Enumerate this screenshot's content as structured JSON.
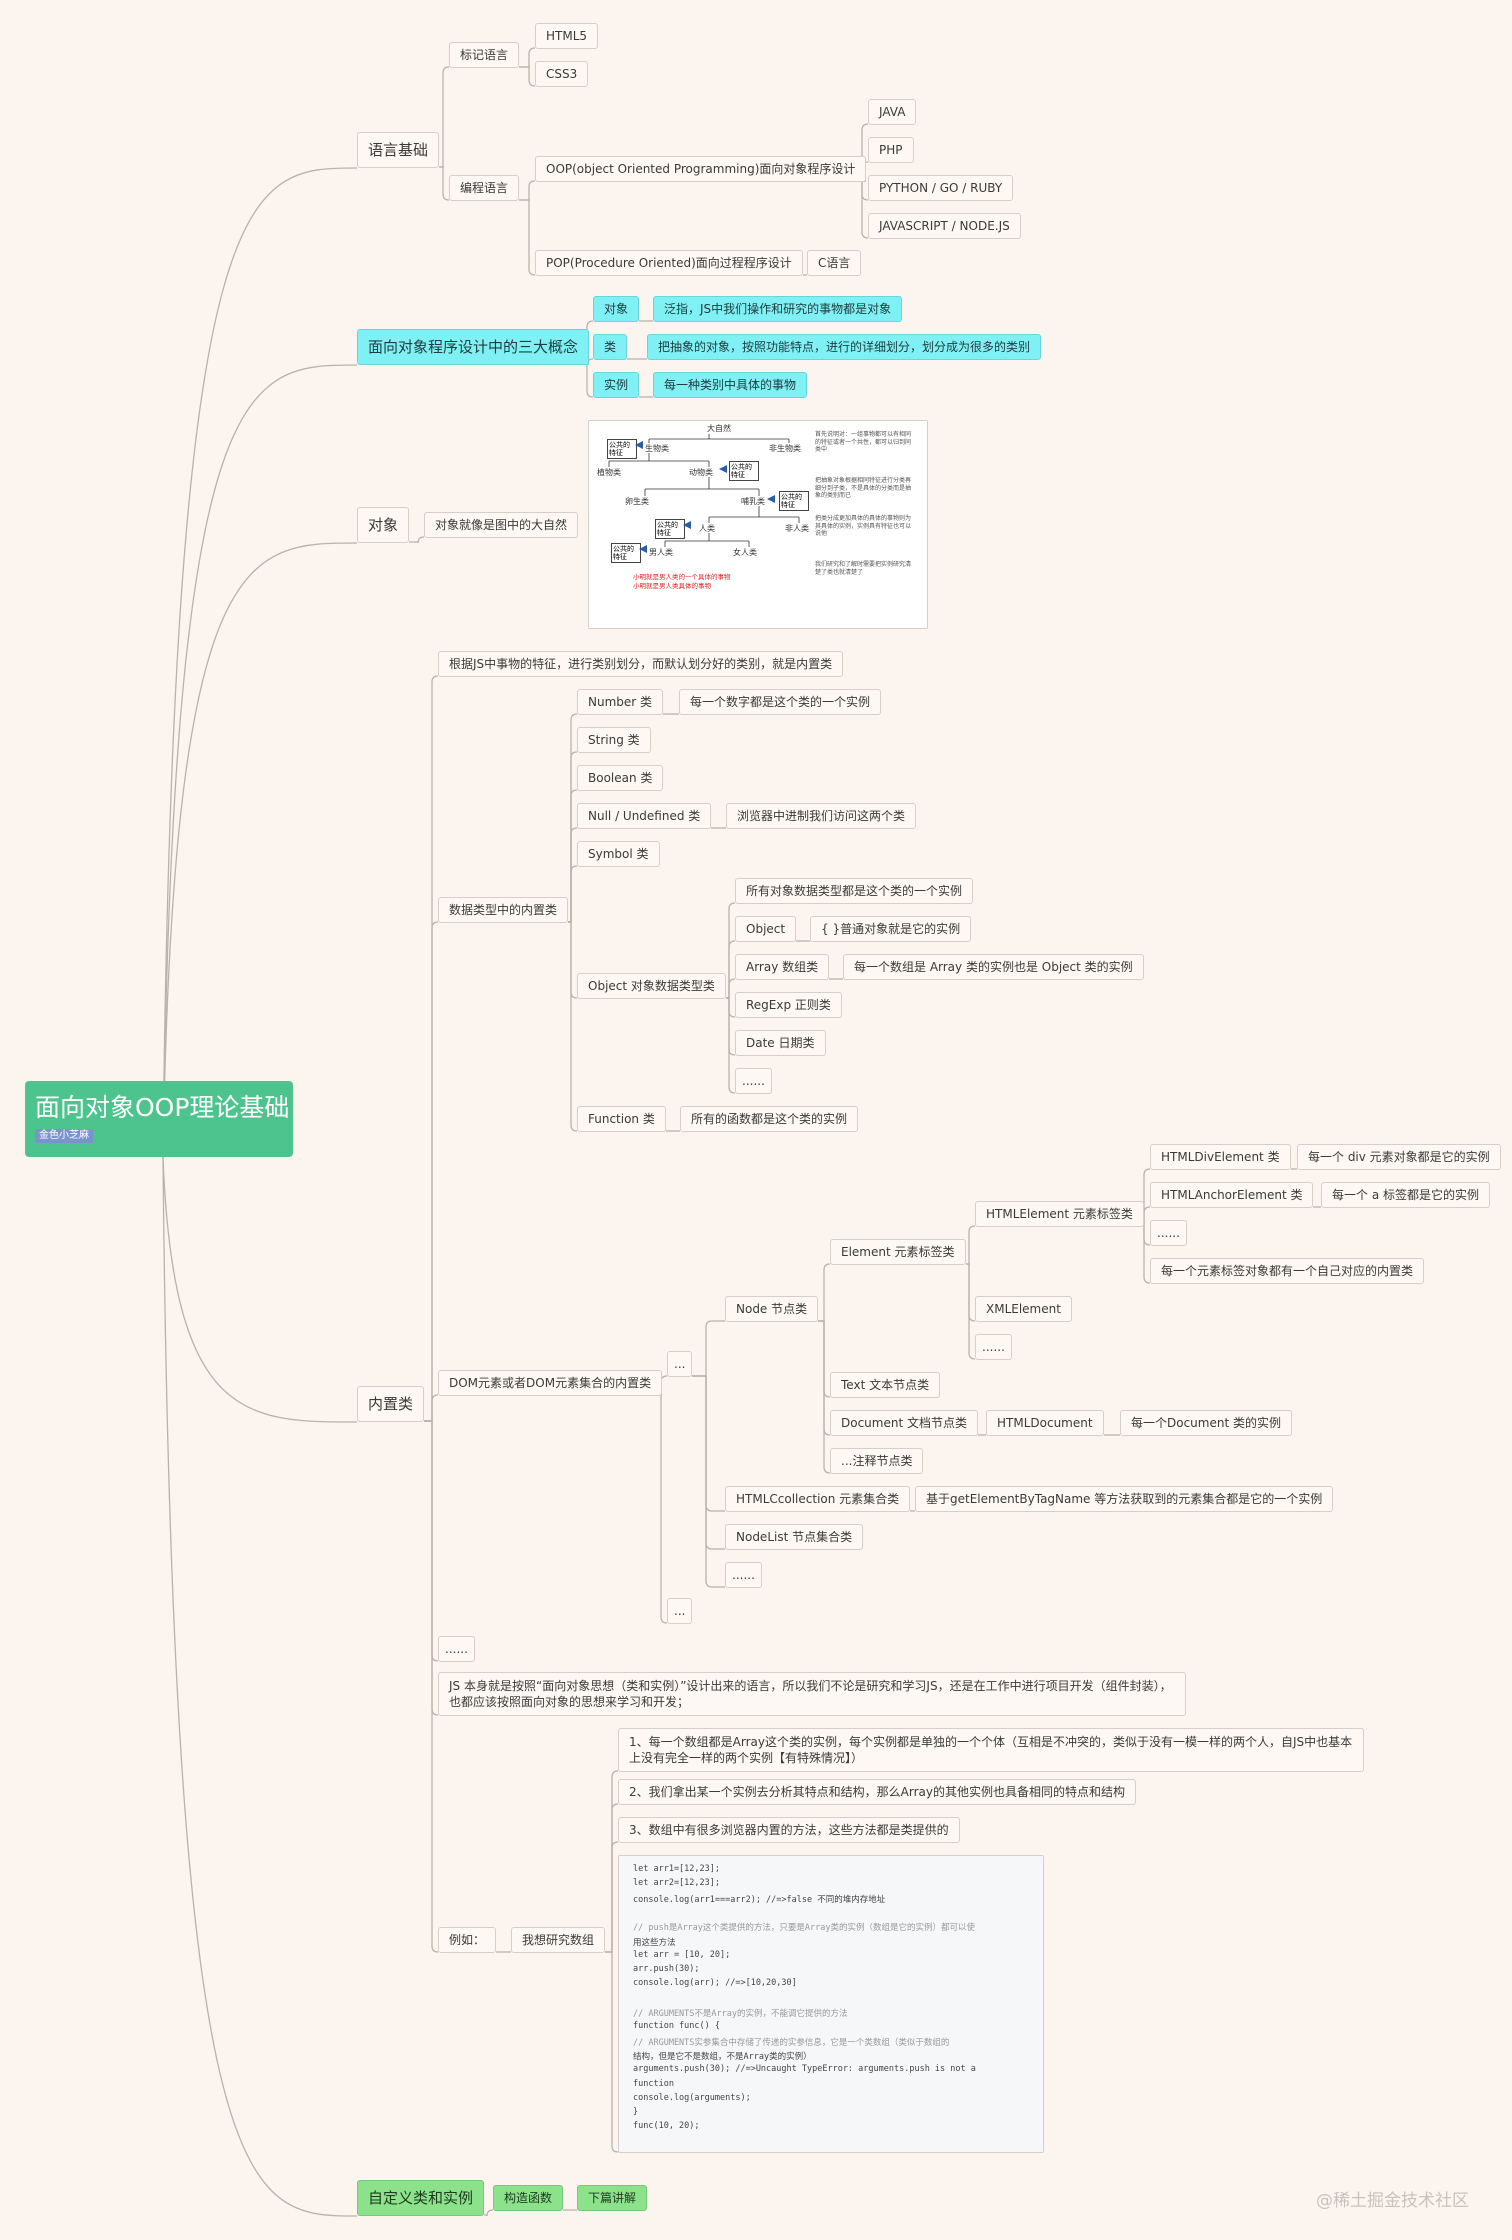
{
  "root": {
    "title": "面向对象OOP理论基础",
    "tag": "金色小芝麻"
  },
  "watermark": "@稀土掘金技术社区",
  "colors": {
    "background": "#fcf5ef",
    "root": "#4dc48d",
    "highlight_cyan": "#7ff0f4",
    "highlight_green": "#8be28b",
    "link": "#b9b2ab"
  },
  "nodes": {
    "n_lang": "语言基础",
    "n_markup": "标记语言",
    "n_html5": "HTML5",
    "n_css3": "CSS3",
    "n_prog": "编程语言",
    "n_oop": "OOP(object Oriented Programming)面向对象程序设计",
    "n_java": "JAVA",
    "n_php": "PHP",
    "n_python": "PYTHON / GO / RUBY",
    "n_js": "JAVASCRIPT / NODE.JS",
    "n_pop": "POP(Procedure Oriented)面向过程程序设计",
    "n_c": "C语言",
    "n_three": "面向对象程序设计中的三大概念",
    "n_obj": "对象",
    "n_obj_d": "泛指，JS中我们操作和研究的事物都是对象",
    "n_cls": "类",
    "n_cls_d": "把抽象的对象，按照功能特点，进行的详细划分，划分成为很多的类别",
    "n_inst": "实例",
    "n_inst_d": "每一种类别中具体的事物",
    "n_object": "对象",
    "n_object_d": "对象就像是图中的大自然",
    "n_builtin": "内置类",
    "n_bi_desc": "根据JS中事物的特征，进行类别划分，而默认划分好的类别，就是内置类",
    "n_dtype": "数据类型中的内置类",
    "n_number": "Number 类",
    "n_number_d": "每一个数字都是这个类的一个实例",
    "n_string": "String 类",
    "n_boolean": "Boolean 类",
    "n_null": "Null / Undefined 类",
    "n_null_d": "浏览器中进制我们访问这两个类",
    "n_symbol": "Symbol 类",
    "n_objtype": "Object 对象数据类型类",
    "n_ot_all": "所有对象数据类型都是这个类的一个实例",
    "n_ot_object": "Object",
    "n_ot_object_d": "{ }普通对象就是它的实例",
    "n_ot_array": "Array 数组类",
    "n_ot_array_d": "每一个数组是 Array 类的实例也是 Object 类的实例",
    "n_ot_regexp": "RegExp 正则类",
    "n_ot_date": "Date 日期类",
    "n_ot_more": "......",
    "n_func": "Function 类",
    "n_func_d": "所有的函数都是这个类的实例",
    "n_dom": "DOM元素或者DOM元素集合的内置类",
    "n_dom_a": "...",
    "n_dom_b": "...",
    "n_node": "Node 节点类",
    "n_element": "Element 元素标签类",
    "n_htmlel": "HTMLElement 元素标签类",
    "n_div": "HTMLDivElement 类",
    "n_div_d": "每一个 div 元素对象都是它的实例",
    "n_anchor": "HTMLAnchorElement 类",
    "n_anchor_d": "每一个 a 标签都是它的实例",
    "n_he_more": "......",
    "n_he_every": "每一个元素标签对象都有一个自己对应的内置类",
    "n_xml": "XMLElement",
    "n_el_more": "......",
    "n_text": "Text 文本节点类",
    "n_document": "Document 文档节点类",
    "n_htmldoc": "HTMLDocument",
    "n_htmldoc_d": "每一个Document 类的实例",
    "n_comment": "...注释节点类",
    "n_coll": "HTMLCcollection 元素集合类",
    "n_coll_d": "基于getElementByTagName 等方法获取到的元素集合都是它的一个实例",
    "n_nodelist": "NodeList 节点集合类",
    "n_dom_more": "......",
    "n_bi_more": "......",
    "n_js_note": "JS 本身就是按照“面向对象思想（类和实例）”设计出来的语言，所以我们不论是研究和学习JS，还是在工作中进行项目开发（组件封装），也都应该按照面向对象的思想来学习和开发；",
    "n_example": "例如：",
    "n_study": "我想研究数组",
    "n_p1": "1、每一个数组都是Array这个类的实例，每个实例都是单独的一个个体（互相是不冲突的，类似于没有一模一样的两个人，自JS中也基本上没有完全一样的两个实例【有特殊情况】）",
    "n_p2": "2、我们拿出某一个实例去分析其特点和结构，那么Array的其他实例也具备相同的特点和结构",
    "n_p3": "3、数组中有很多浏览器内置的方法，这些方法都是类提供的",
    "n_custom": "自定义类和实例",
    "n_ctor": "构造函数",
    "n_next": "下篇讲解"
  },
  "figure": {
    "texts": {
      "nature": "大自然",
      "living": "生物类",
      "nonliving": "非生物类",
      "plant": "植物类",
      "animal": "动物类",
      "mammal": "哺乳类",
      "oviparous": "卵生类",
      "human": "人类",
      "nonhuman": "非人类",
      "male": "男人类",
      "female": "女人类",
      "common": "公共的特征",
      "red1": "小明就是男人类的一个具体的事物",
      "red2": "小明就是男人类具体的事物",
      "note1": "首先说明对：一组事物都可以有相同的特征或者一个共性，都可以归到同类中",
      "note2": "把抽象对象根据相同特征进行分类再细分到子类，不是具体的分类而是抽象的类别而已",
      "note3": "把类分成更加具体的具体的事物则为其具体的实例，实例具有特征也可以说他",
      "note4": "我们研究和了解时需要把实例研究清楚了类也就清楚了"
    }
  },
  "code": {
    "lines": [
      "let arr1=[12,23];",
      "let arr2=[12,23];",
      "console.log(arr1===arr2); //=>false 不同的堆内存地址",
      "",
      "// push是Array这个类提供的方法，只要是Array类的实例（数组是它的实例）都可以使",
      "用这些方法",
      "let arr = [10, 20];",
      "arr.push(30);",
      "console.log(arr); //=>[10,20,30]",
      "",
      "// ARGUMENTS不是Array的实例，不能调它提供的方法",
      "function func() {",
      "    // ARGUMENTS实参集合中存储了传递的实参信息，它是一个类数组（类似于数组的",
      "    结构，但是它不是数组，不是Array类的实例）",
      "    arguments.push(30); //=>Uncaught TypeError: arguments.push is not a",
      "    function",
      "    console.log(arguments);",
      "}",
      "func(10, 20);"
    ]
  }
}
